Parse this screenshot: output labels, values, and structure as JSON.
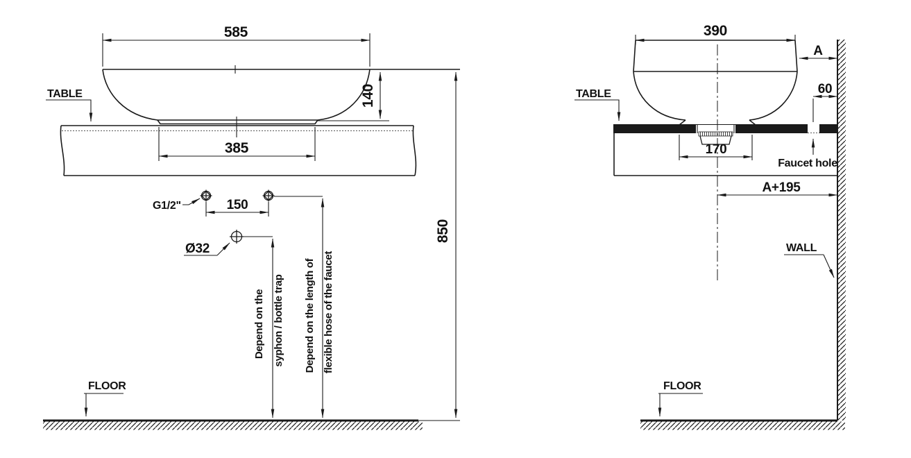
{
  "front": {
    "dim_rim_width": "585",
    "dim_basin_height": "140",
    "dim_base_width": "385",
    "dim_supply_spacing": "150",
    "dim_mount_height": "850",
    "supply_label": "G1/2\"",
    "drain_label": "Ø32",
    "note_syphon_line1": "Depend on the",
    "note_syphon_line2": "syphon / bottle trap",
    "note_hose_line1": "Depend on the length of",
    "note_hose_line2": "flexible hose of the faucet",
    "table_label": "TABLE",
    "floor_label": "FLOOR"
  },
  "side": {
    "dim_rim_width": "390",
    "dim_wall_gap": "A",
    "dim_faucet_offset": "60",
    "dim_drain_cutout": "170",
    "dim_center_to_wall": "A+195",
    "table_label": "TABLE",
    "wall_label": "WALL",
    "floor_label": "FLOOR",
    "faucet_hole_label": "Faucet hole"
  },
  "colors": {
    "line": "#1a1a1a",
    "background": "#ffffff"
  }
}
